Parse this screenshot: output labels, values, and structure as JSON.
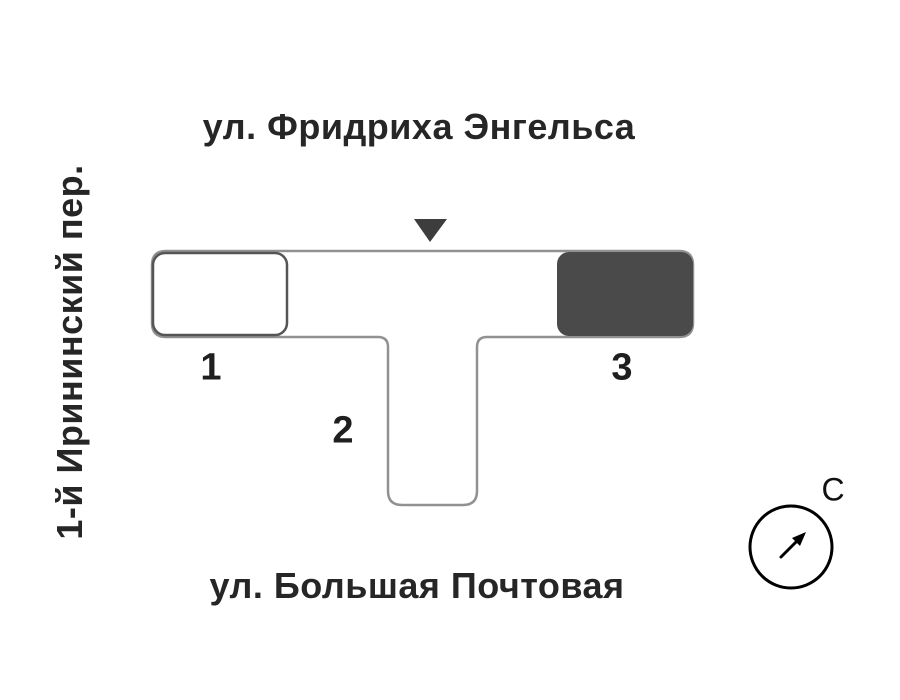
{
  "streets": {
    "top": "ул. Фридриха Энгельса",
    "left": "1-й Ирининский пер.",
    "bottom": "ул. Большая Почтовая"
  },
  "building": {
    "sections": [
      {
        "label": "1",
        "selected": false
      },
      {
        "label": "2",
        "selected": false
      },
      {
        "label": "3",
        "selected": true
      }
    ]
  },
  "compass": {
    "north_label": "С"
  },
  "colors": {
    "outline": "#919191",
    "section_border": "#555555",
    "selected_fill": "#4a4a4a",
    "selected_border": "#7a7a7a",
    "marker_fill": "#3d3d3d",
    "compass_stroke": "#000000"
  }
}
